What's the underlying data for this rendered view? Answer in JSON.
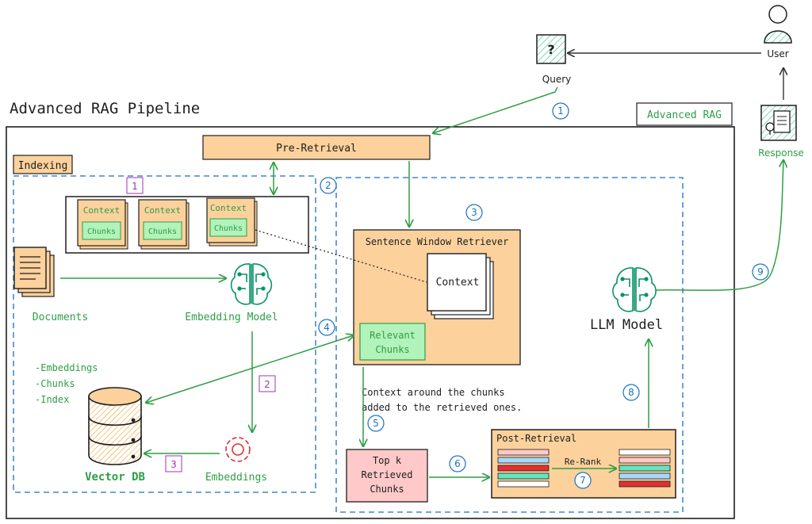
{
  "title": "Advanced RAG Pipeline",
  "advanced_rag_label": "Advanced RAG",
  "indexing_label": "Indexing",
  "pre_retrieval_label": "Pre-Retrieval",
  "user_label": "User",
  "query_label": "Query",
  "response_label": "Response",
  "query_glyph": "?",
  "context_label": "Context",
  "chunks_label": "Chunks",
  "documents_label": "Documents",
  "embedding_model_label": "Embedding Model",
  "vector_db_label": "Vector DB",
  "embeddings_label": "Embeddings",
  "vector_db_contents": [
    "-Embeddings",
    "-Chunks",
    "-Index"
  ],
  "sentence_window_label": "Sentence Window Retriever",
  "window_context_label": "Context",
  "relevant_chunks_lines": [
    "Relevant",
    "Chunks"
  ],
  "context_note_lines": [
    "Context around the chunks",
    "added to the retrieved ones."
  ],
  "topk_lines": [
    "Top k",
    "Retrieved",
    "Chunks"
  ],
  "post_retrieval_label": "Post-Retrieval",
  "rerank_label": "Re-Rank",
  "llm_label": "LLM Model",
  "indexing_steps": [
    "1",
    "2",
    "3"
  ],
  "pipeline_steps": [
    "1",
    "2",
    "3",
    "4",
    "5",
    "6",
    "7",
    "8",
    "9"
  ],
  "colors": {
    "orange_fill": "#fcd19c",
    "green_fill": "#b2f2bb",
    "green_text": "#2f9e44",
    "blue_dash": "#1971c2",
    "purple_badge": "#9c36b5",
    "pink_fill": "#ffc9c9",
    "teal_icon": "#099268",
    "red_icon": "#e03131"
  },
  "rerank_bars_before": [
    "#ffc9c9",
    "#a5d8ff",
    "#e03131",
    "#63e6be",
    "#ffffff"
  ],
  "rerank_bars_after": [
    "#ffffff",
    "#ffc9c9",
    "#63e6be",
    "#a5d8ff",
    "#e03131"
  ]
}
